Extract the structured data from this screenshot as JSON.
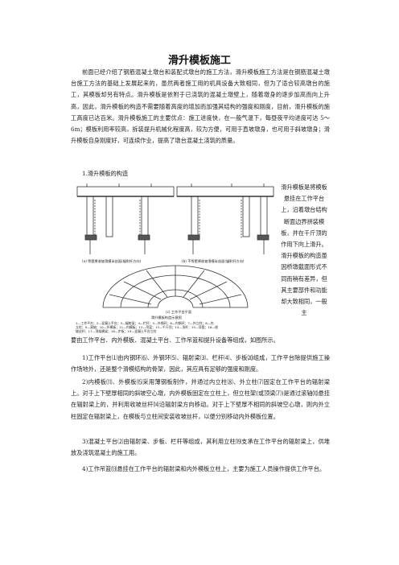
{
  "document": {
    "title": "滑升模板施工",
    "intro": "前面已经介绍了钢筋混凝土墩台和装配式墩台的施工方法，滑升模板施工方法是在钢筋混凝土墩台施工方法的基础上发展起来的，虽然两者施工用的机具设备大致相同，但为了适合较高墩台的施工，其模板却另有特点。滑升模板是依附于已浇筑的混凝土墩壁上，随着墩身的逐步加高而向上升高，因此，滑升模板的构造不需要随着高度的增加而加强其结构的强度和刚度，目前，滑升模板的施工高度已达百米。滑升模板施工的主要优点：施工进度快，在一般气温下，每昼夜平均进度可达 5～6m；模板利用率较高，拆装提升机械化程度高，较为方便，可用于直坡墩身，也可用于斜坡墩身；滑升模板自身刚度好，可连续作业，提高了墩台混凝土浇筑的质量。",
    "section_heading": "1.滑升模板的构造",
    "side_text": "滑升模板是将模板悬挂在工作平台上，沿着墩台结构断面边界拼装模板，并在千斤顶的作用下向上滑升。滑升模板的构造虽因桥墩截面形式不同而稍有差异，但其主要部件和功能却大致相同，一般主",
    "after_figure": "要由工作平台、内外模板、混凝土平台、工作吊篮和提升设备等组成，如图所示。",
    "items": [
      "1)工作平台⑴由内钢环⑹、外钢环⑸、辐射梁⑶、栏杆⑷、步板⒇组成，工作平台除提供施工操作场地外，还是整个滑模结构的骨架，因此，其应具有足够的强度和刚度。",
      "2)内模板⑾、外模板⒂采用薄钢板制作，并通过内立柱⑻、外立柱⑺固定在工作平台的辐射梁上。对于上下壁厚相同的斜坡空心墩，内外模板固定在立柱上，但立柱架(或顶梁⑺)是通过滚轴⑽悬挂在辐射梁上的，并利用收坡丝杆⒁沿辐射梁方向移动。对于上下壁厚不相同的斜坡空心墩，则内外立柱固定在辐射梁上，在模板与立柱间安装收坡丝杆，以便分别移动内外模板位置。",
      "3)混凝土平台⑵由辐射梁、步板、栏杆等组成，其利用立柱⒆支承在工作平台的辐射梁上，供堆放及浇筑混凝土的施工用。",
      "4)工作吊篮⒀悬挂在工作平台的辐射梁和内外模板立柱上，主要为施工人员操作提供工作平台。"
    ],
    "figure": {
      "caption_a": "(a) 等壁厚收坡滑模半剖面(辐射杆方向)",
      "caption_b": "(b) 不等壁厚收坡滑模半剖面(辐射杆方向)",
      "caption_c": "(c) 工作平台平面",
      "caption_title": "滑升模板构造示意图",
      "legend": [
        "1—工作平台；2—混凝土平台；3—辐射梁；4—栏杆；5—外钢环；6—内钢环；7—外立柱；8—内",
        "立柱；9—滚轴；10—外模板；11—内模板；12—吊篮；13—千斤顶；14—顶杆；15—导管；16—收",
        "坡丝杆；17—顶架横梁；18—步板；19—混凝土平台立柱"
      ]
    }
  }
}
